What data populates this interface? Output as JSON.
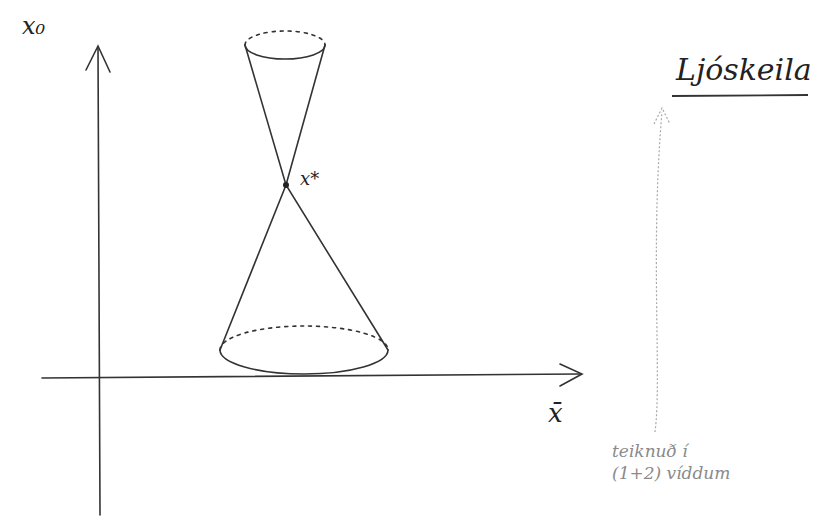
{
  "diagram": {
    "title": "Ljóskeila",
    "labels": [
      "x₀",
      "x̄",
      "x*",
      "teiknuð í (1+2) víddum"
    ]
  }
}
